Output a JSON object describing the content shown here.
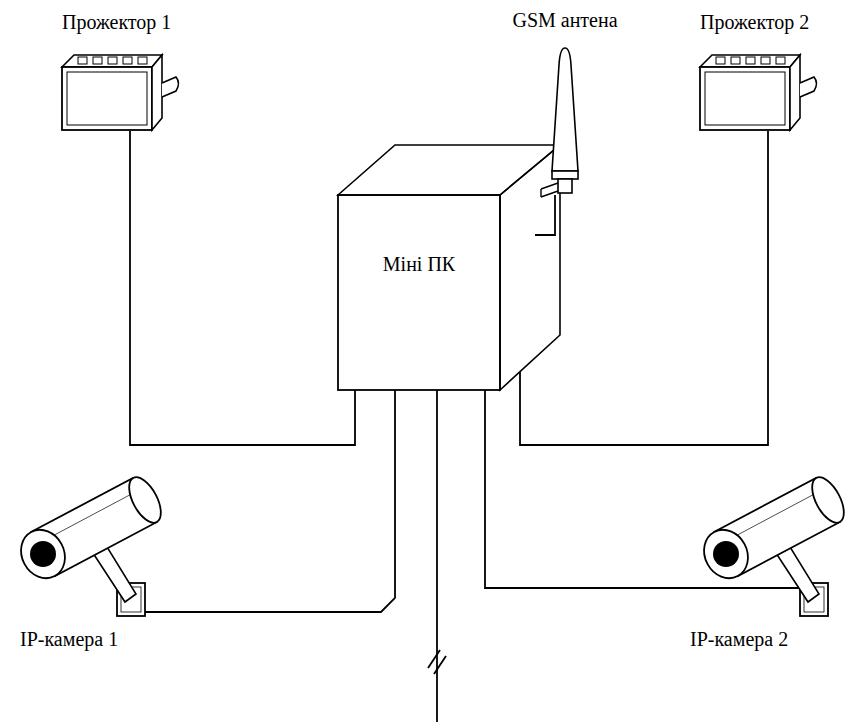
{
  "diagram": {
    "nodes": [
      {
        "text": [
          "Прожектор 1"
        ]
      },
      {
        "text": [
          "GSM антена"
        ]
      },
      {
        "text": [
          "Прожектор 2"
        ]
      },
      {
        "text": [
          "Міні ПК"
        ]
      },
      {
        "text": [
          "IP-камера 1"
        ]
      },
      {
        "text": [
          "IP-камера 2"
        ]
      }
    ],
    "edges": [
      {
        "from": 3,
        "to": 0,
        "arrow": "none"
      },
      {
        "from": 3,
        "to": 1,
        "arrow": "none"
      },
      {
        "from": 3,
        "to": 2,
        "arrow": "none"
      },
      {
        "from": 3,
        "to": 4,
        "arrow": "none"
      },
      {
        "from": 3,
        "to": 5,
        "arrow": "none"
      }
    ]
  }
}
